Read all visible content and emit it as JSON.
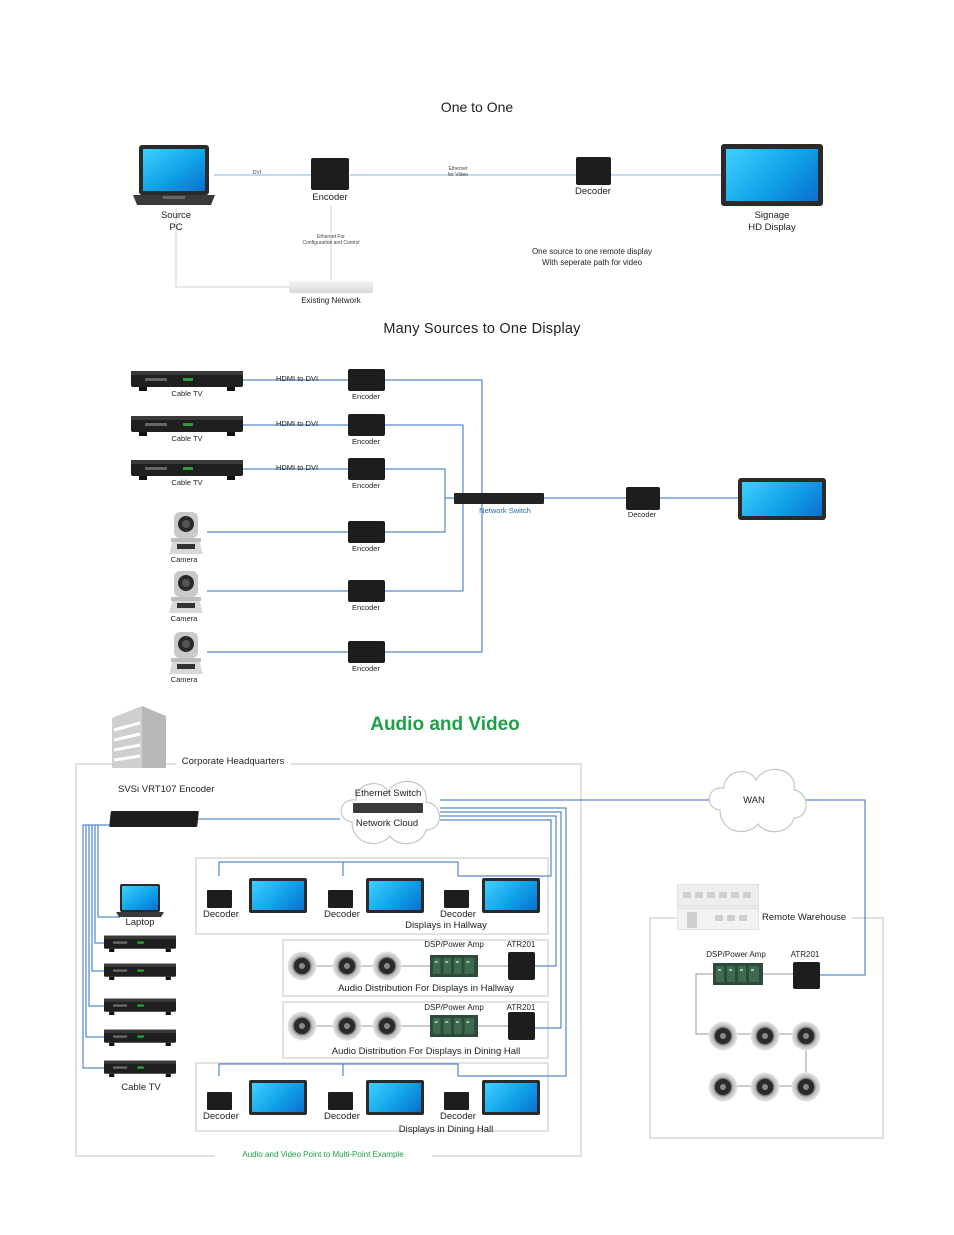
{
  "section1": {
    "title": "One to One",
    "source_label_1": "Source",
    "source_label_2": "PC",
    "dvi_label": "DVI",
    "encoder_label": "Encoder",
    "ethernet_video_1": "Ethernet",
    "ethernet_video_2": "for Video",
    "decoder_label": "Decoder",
    "display_label_1": "Signage",
    "display_label_2": "HD Display",
    "config_label_1": "Ethernet For",
    "config_label_2": "Configuration and Control",
    "note_1": "One source to one remote display",
    "note_2": "With seperate path for video",
    "network_label": "Existing Network"
  },
  "section2": {
    "title": "Many Sources to One Display",
    "sources": [
      {
        "label": "Cable TV",
        "link": "HDMI to DVI",
        "encoder": "Encoder"
      },
      {
        "label": "Cable TV",
        "link": "HDMI to DVI",
        "encoder": "Encoder"
      },
      {
        "label": "Cable TV",
        "link": "HDMI to DVI",
        "encoder": "Encoder"
      },
      {
        "label": "Camera",
        "link": "",
        "encoder": "Encoder"
      },
      {
        "label": "Camera",
        "link": "",
        "encoder": "Encoder"
      },
      {
        "label": "Camera",
        "link": "",
        "encoder": "Encoder"
      }
    ],
    "switch_label": "Network Switch",
    "decoder_label": "Decoder"
  },
  "section3": {
    "title": "Audio and Video",
    "hq_label": "Corporate Headquarters",
    "encoder_label": "SVSi VRT107 Encoder",
    "ethernet_switch": "Ethernet Switch",
    "network_cloud": "Network Cloud",
    "wan": "WAN",
    "laptop": "Laptop",
    "cable_tv": "Cable TV",
    "hallway": {
      "decoders": [
        "Decoder",
        "Decoder",
        "Decoder"
      ],
      "caption": "Displays in Hallway"
    },
    "audio_hallway": {
      "amp": "DSP/Power Amp",
      "atr": "ATR201",
      "caption": "Audio Distribution For Displays in Hallway"
    },
    "audio_dining": {
      "amp": "DSP/Power Amp",
      "atr": "ATR201",
      "caption": "Audio Distribution For Displays in Dining Hall"
    },
    "dining": {
      "decoders": [
        "Decoder",
        "Decoder",
        "Decoder"
      ],
      "caption": "Displays in Dining Hall"
    },
    "footer": "Audio and Video Point to Multi-Point Example",
    "remote_label": "Remote Warehouse",
    "remote_amp": "DSP/Power Amp",
    "remote_atr": "ATR201"
  },
  "colors": {
    "link_blue": "#2c6fbf",
    "accent_green": "#1ea04a",
    "screen_blue": "#11a6ea",
    "device_black": "#1d1d1d",
    "frame_grey": "#c8c8c8"
  }
}
